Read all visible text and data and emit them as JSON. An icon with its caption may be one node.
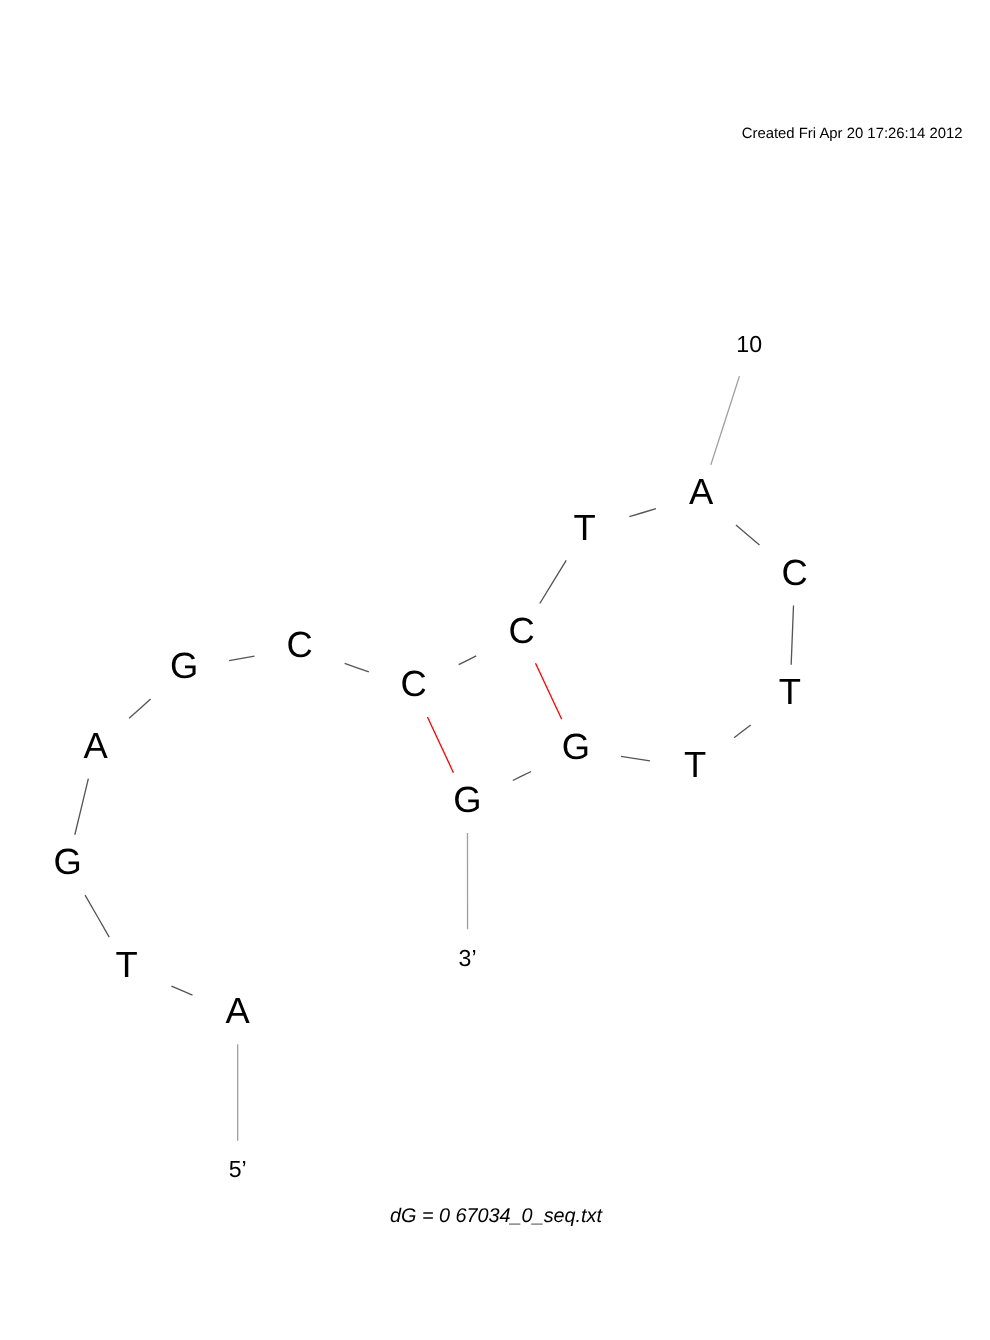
{
  "diagram": {
    "caption": "dG = 0 67034_0_seq.txt",
    "nodes": [
      {
        "text": [
          "5’"
        ]
      },
      {
        "text": [
          "A"
        ]
      },
      {
        "text": [
          "T"
        ]
      },
      {
        "text": [
          "G"
        ]
      },
      {
        "text": [
          "A"
        ]
      },
      {
        "text": [
          "G"
        ]
      },
      {
        "text": [
          "C"
        ]
      },
      {
        "text": [
          "C"
        ]
      },
      {
        "text": [
          "C"
        ]
      },
      {
        "text": [
          "T"
        ]
      },
      {
        "text": [
          "A"
        ]
      },
      {
        "text": [
          "C"
        ]
      },
      {
        "text": [
          "T"
        ]
      },
      {
        "text": [
          "T"
        ]
      },
      {
        "text": [
          "G"
        ]
      },
      {
        "text": [
          "G"
        ]
      },
      {
        "text": [
          "3’"
        ]
      },
      {
        "text": [
          "10"
        ]
      }
    ],
    "edges": [
      {
        "from": 0,
        "to": 1,
        "arrow": "none",
        "color": "#a0a0a0"
      },
      {
        "from": 1,
        "to": 2,
        "arrow": "none"
      },
      {
        "from": 2,
        "to": 3,
        "arrow": "none"
      },
      {
        "from": 3,
        "to": 4,
        "arrow": "none"
      },
      {
        "from": 4,
        "to": 5,
        "arrow": "none"
      },
      {
        "from": 5,
        "to": 6,
        "arrow": "none"
      },
      {
        "from": 6,
        "to": 7,
        "arrow": "none"
      },
      {
        "from": 7,
        "to": 8,
        "arrow": "none"
      },
      {
        "from": 8,
        "to": 9,
        "arrow": "none"
      },
      {
        "from": 9,
        "to": 10,
        "arrow": "none"
      },
      {
        "from": 10,
        "to": 11,
        "arrow": "none"
      },
      {
        "from": 11,
        "to": 12,
        "arrow": "none"
      },
      {
        "from": 12,
        "to": 13,
        "arrow": "none"
      },
      {
        "from": 13,
        "to": 14,
        "arrow": "none"
      },
      {
        "from": 14,
        "to": 15,
        "arrow": "none"
      },
      {
        "from": 16,
        "to": 15,
        "arrow": "none",
        "color": "#a0a0a0"
      },
      {
        "from": 17,
        "to": 10,
        "arrow": "none",
        "color": "#a0a0a0"
      },
      {
        "from": 7,
        "to": 15,
        "arrow": "none",
        "color": "#ff0000"
      },
      {
        "from": 8,
        "to": 14,
        "arrow": "none",
        "color": "#ff0000"
      }
    ],
    "labels": [
      "Created Fri Apr 20 17:26:14 2012"
    ]
  }
}
